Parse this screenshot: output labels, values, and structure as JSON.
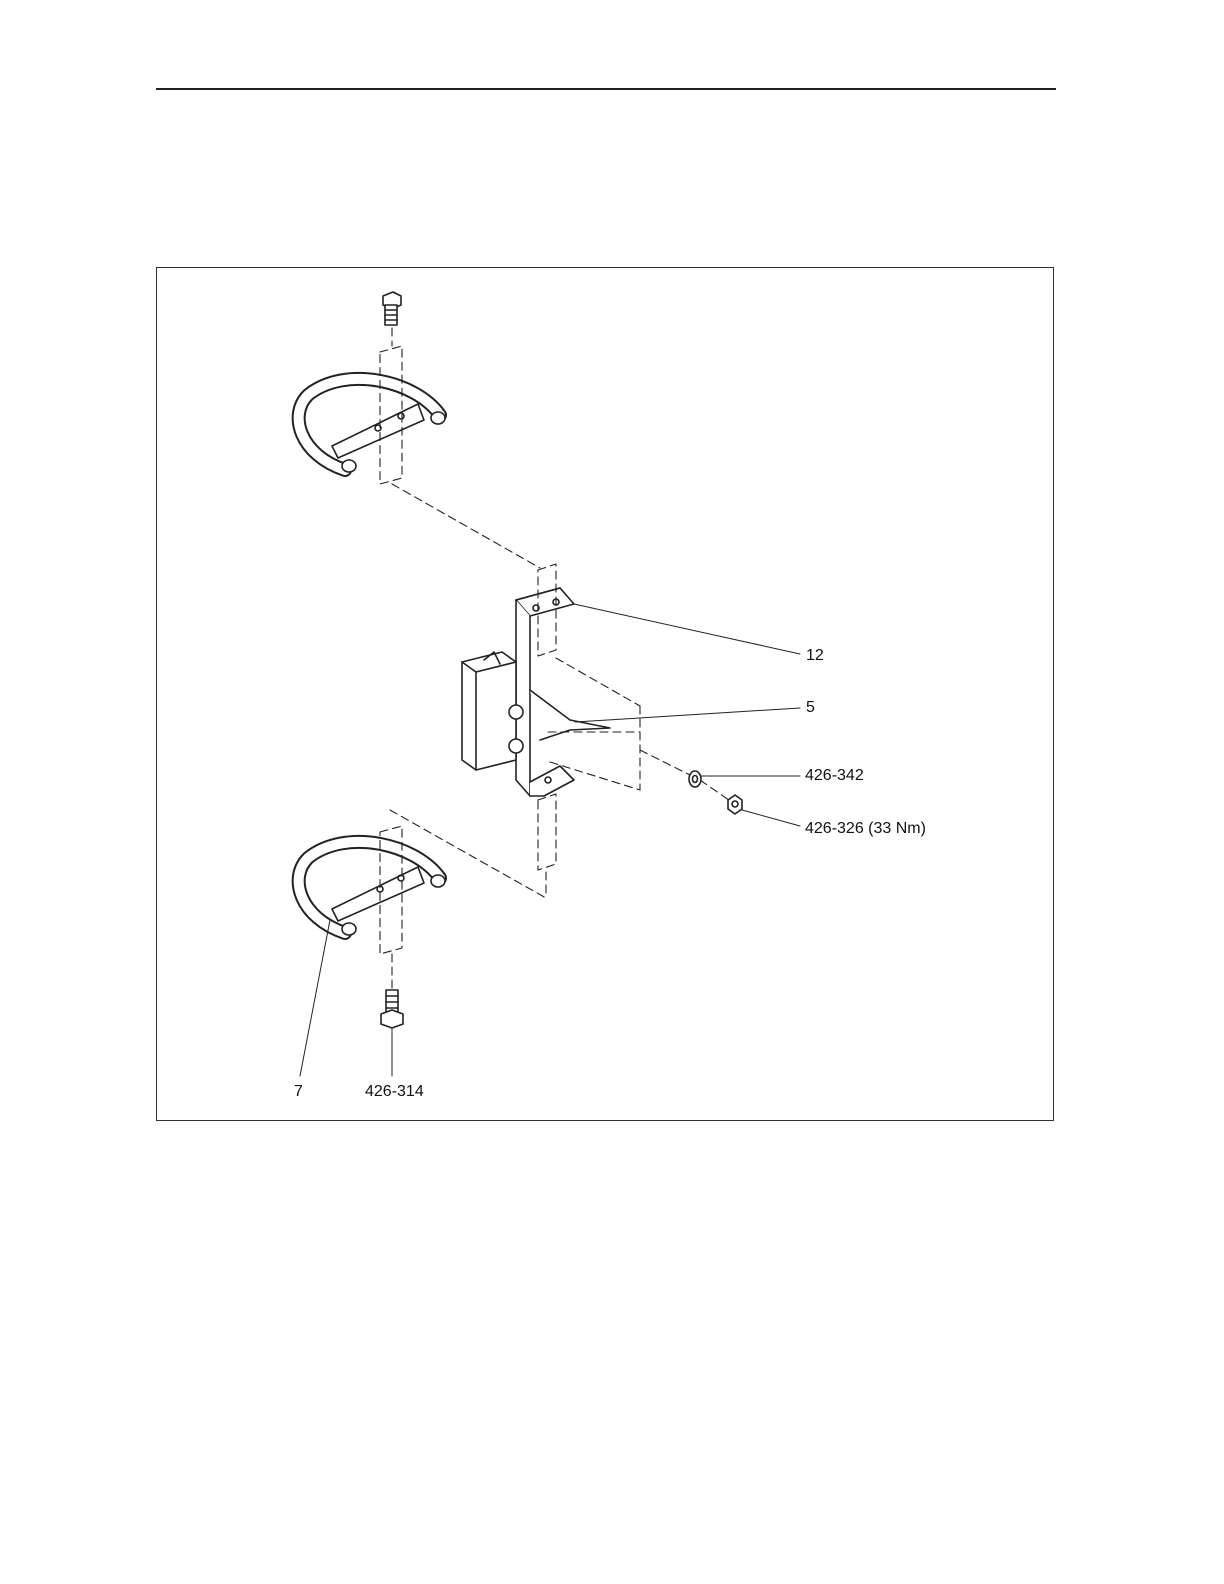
{
  "page": {
    "header_rule": true
  },
  "figure": {
    "callouts": {
      "bracket": "12",
      "hinge": "5",
      "washer": "426-342",
      "nut": "426-326 (33 Nm)",
      "handle": "7",
      "bolt": "426-314"
    }
  }
}
